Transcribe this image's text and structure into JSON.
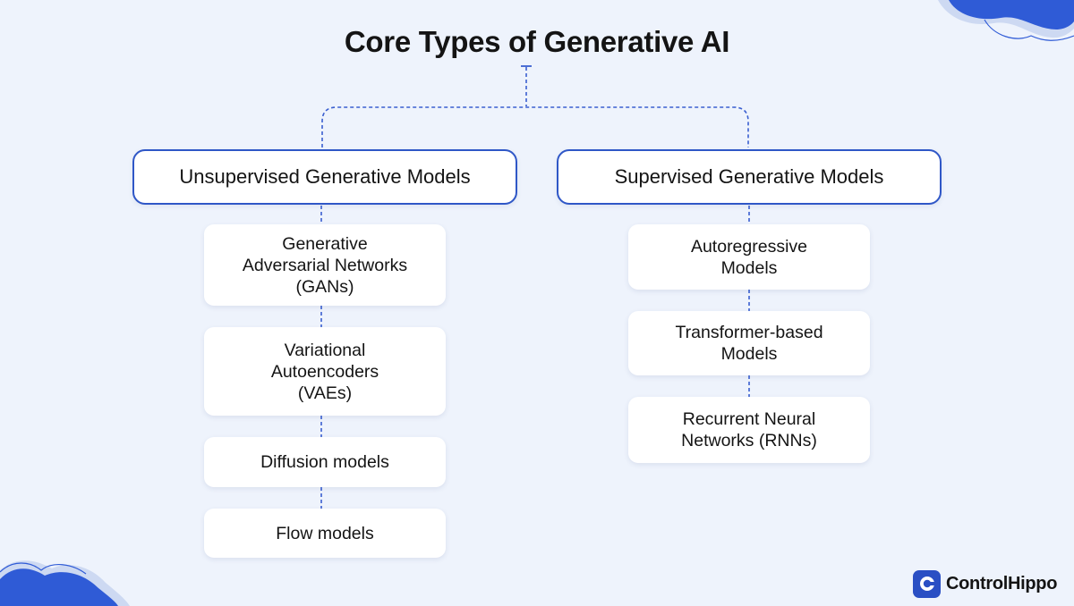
{
  "title": "Core Types of Generative AI",
  "categories": [
    {
      "label": "Unsupervised Generative Models",
      "items": [
        "Generative Adversarial Networks (GANs)",
        "Variational Autoencoders (VAEs)",
        "Diffusion models",
        "Flow models"
      ]
    },
    {
      "label": "Supervised Generative Models",
      "items": [
        "Autoregressive Models",
        "Transformer-based Models",
        "Recurrent Neural Networks (RNNs)"
      ]
    }
  ],
  "brand": {
    "name": "ControlHippo",
    "accent": "#2f57c7",
    "connector": "#3a5fd0",
    "background": "#eef3fc"
  }
}
